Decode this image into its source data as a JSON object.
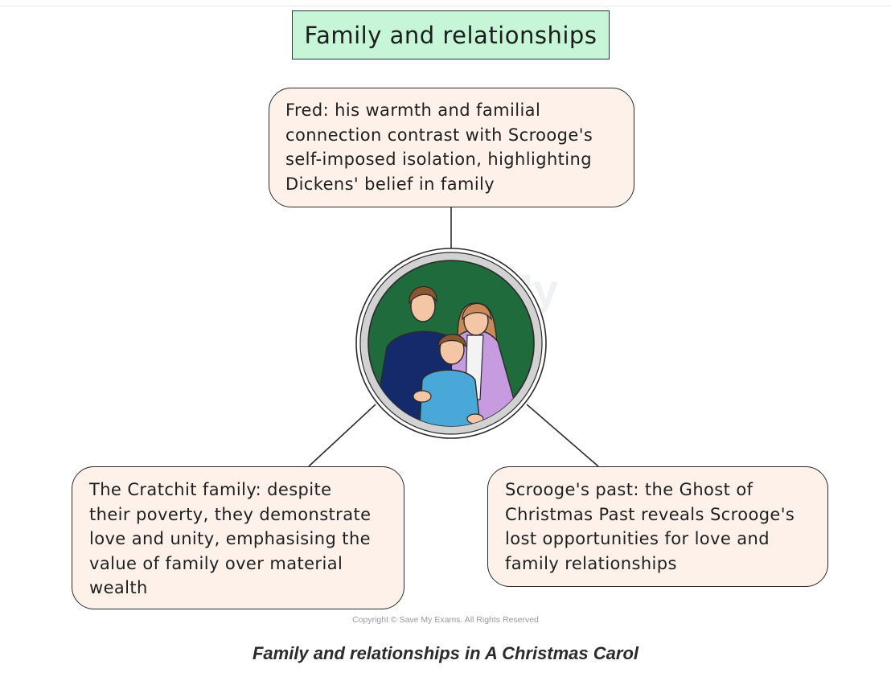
{
  "diagram": {
    "title": "Family and relationships",
    "nodes": {
      "fred": "Fred: his warmth and familial\nconnection contrast with Scrooge's\nself-imposed isolation, highlighting\nDickens' belief in family",
      "cratchit": "The Cratchit family: despite\ntheir poverty, they demonstrate\nlove and unity, emphasising the\nvalue of family over material\nwealth",
      "scrooge_past": "Scrooge's past: the Ghost of\nChristmas Past reveals Scrooge's\nlost opportunities for love and\nfamily relationships"
    },
    "center_image": {
      "icon": "family-illustration",
      "background_color": "#1f6b3c"
    },
    "watermark": "Save My Exams",
    "copyright": "Copyright © Save My Exams. All Rights Reserved"
  },
  "caption": "Family and relationships in A Christmas Carol",
  "colors": {
    "title_fill": "#c6f5d8",
    "card_fill": "#fdf1ea",
    "outline": "#2b2b2b"
  }
}
